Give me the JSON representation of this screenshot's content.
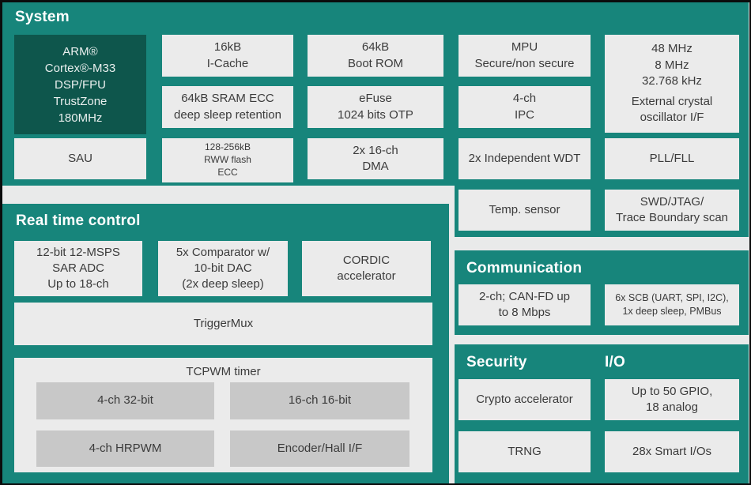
{
  "colors": {
    "panel_teal": "#17857b",
    "dark_block_teal": "#0e564c",
    "block_gray": "#ebebeb",
    "inner_block_gray": "#c8c8c8",
    "background_gap_gray": "#e9eaea",
    "border_black": "#0b0c0c",
    "text_dark": "#3b3b3b",
    "text_white": "#ffffff"
  },
  "system": {
    "title": "System",
    "arm": "ARM®\nCortex®-M33\nDSP/FPU\nTrustZone\n180MHz",
    "icache": "16kB\nI-Cache",
    "boot_rom": "64kB\nBoot ROM",
    "mpu": "MPU\nSecure/non secure",
    "crystal_freqs": "48 MHz\n8 MHz\n32.768 kHz",
    "crystal_label": "External crystal\noscillator I/F",
    "sram": "64kB SRAM ECC\ndeep sleep retention",
    "efuse": "eFuse\n1024 bits OTP",
    "ipc": "4-ch\nIPC",
    "sau": "SAU",
    "flash": "128-256kB\nRWW flash\nECC",
    "dma": "2x 16-ch\nDMA",
    "wdt": "2x Independent WDT",
    "pll": "PLL/FLL",
    "temp_sensor": "Temp. sensor",
    "swd": "SWD/JTAG/\nTrace Boundary scan"
  },
  "real_time_control": {
    "title": "Real time control",
    "adc": "12-bit 12-MSPS\nSAR ADC\nUp to 18-ch",
    "comparator": "5x Comparator w/\n10-bit DAC\n(2x deep sleep)",
    "cordic": "CORDIC\naccelerator",
    "trigger_mux": "TriggerMux",
    "tcpwm": {
      "title": "TCPWM timer",
      "ch32": "4-ch 32-bit",
      "ch16": "16-ch 16-bit",
      "hrpwm": "4-ch HRPWM",
      "encoder": "Encoder/Hall I/F"
    }
  },
  "communication": {
    "title": "Communication",
    "canfd": "2-ch; CAN-FD up\nto 8 Mbps",
    "scb": "6x SCB (UART, SPI, I2C),\n1x deep sleep, PMBus"
  },
  "security": {
    "title": "Security",
    "crypto": "Crypto accelerator",
    "trng": "TRNG"
  },
  "io": {
    "title": "I/O",
    "gpio": "Up to 50 GPIO,\n18 analog",
    "smart_io": "28x Smart I/Os"
  }
}
